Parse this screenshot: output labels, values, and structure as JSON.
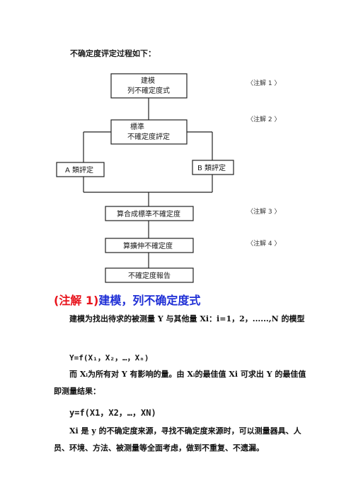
{
  "intro": "不确定度评定过程如下：",
  "flowchart": {
    "boxes": {
      "modeling_line1": "建模",
      "modeling_line2": "列不確定度式",
      "standard_line1": "標準",
      "standard_line2": "不確定度評定",
      "type_a": "A 類評定",
      "type_b": "B 類評定",
      "combined": "算合成標準不確定度",
      "expanded": "算擴伸不確定度",
      "report": "不確定度報告"
    },
    "notes": {
      "note1": "〈注解 1 〉",
      "note2": "〈注解 2 〉",
      "note3": "〈注解 3 〉",
      "note4": "〈注解 4 〉"
    }
  },
  "section": {
    "tag": "(注解 1)",
    "title": "建模，列不确定度式"
  },
  "paragraphs": {
    "p1": "建模为找出待求的被测量 Y 与其他量 Xi：i=1，2，......,N 的模型",
    "formula1": "Y=f(X₁，X₂，…，Xₙ)",
    "p2": "而 Xᵢ为所有对 Y 有影响的量。由 Xᵢ的最佳值 Xi 可求出 Y 的最佳值即测量结果：",
    "formula2": "y=f(X1，X2，…，XN)",
    "p3": "Xi 是 y 的不确定度来源，寻找不确定度来源时，可以测量器具、人员、环境、方法、被测量等全面考虑，做到不重复、不遗漏。"
  }
}
